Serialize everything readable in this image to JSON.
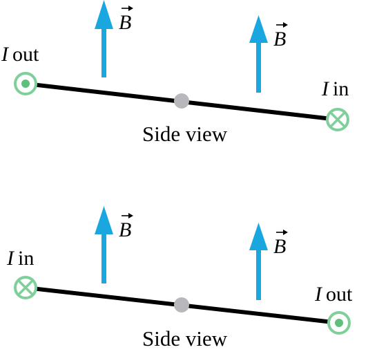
{
  "colors": {
    "field_arrow": "#1aa7e0",
    "wire": "#000000",
    "symbol_ring": "#7fcf9a",
    "symbol_fill": "#5fc07e",
    "pivot": "#b8b8bc"
  },
  "panels": [
    {
      "left_current": {
        "symbol": "dot",
        "meaning": "out",
        "label_var": "I",
        "label_dir": "out"
      },
      "right_current": {
        "symbol": "cross",
        "meaning": "in",
        "label_var": "I",
        "label_dir": "in"
      },
      "field_labels": [
        "B",
        "B"
      ],
      "caption": "Side view"
    },
    {
      "left_current": {
        "symbol": "cross",
        "meaning": "in",
        "label_var": "I",
        "label_dir": "in"
      },
      "right_current": {
        "symbol": "dot",
        "meaning": "out",
        "label_var": "I",
        "label_dir": "out"
      },
      "field_labels": [
        "B",
        "B"
      ],
      "caption": "Side view"
    }
  ]
}
